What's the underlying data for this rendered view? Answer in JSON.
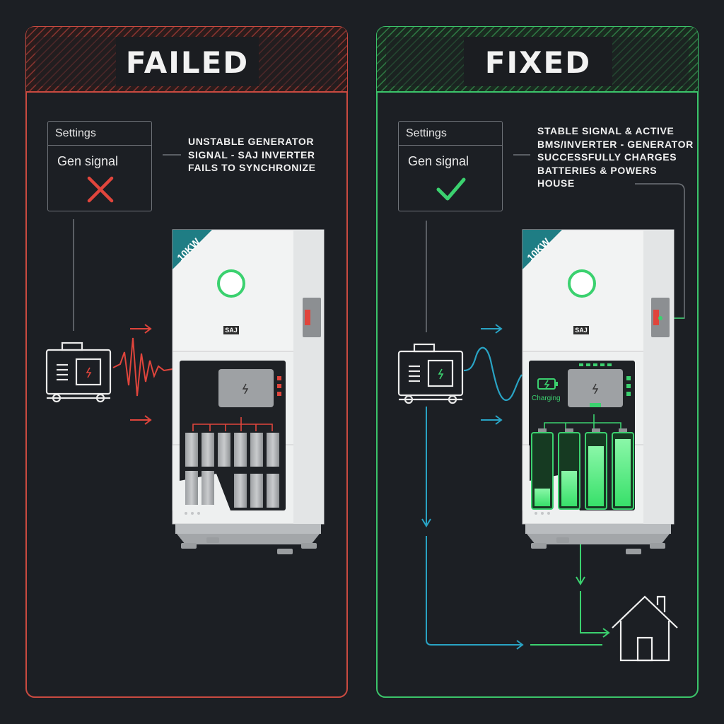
{
  "failed": {
    "title": "FAILED",
    "settings_header": "Settings",
    "settings_label": "Gen signal",
    "status_icon": "x-icon",
    "callout": "UNSTABLE GENERATOR SIGNAL - SAJ INVERTER FAILS TO SYNCHRONIZE",
    "inverter_brand": "SAJ",
    "power_badge": "10KW",
    "accent": "#e0453c"
  },
  "fixed": {
    "title": "FIXED",
    "settings_header": "Settings",
    "settings_label": "Gen signal",
    "status_icon": "check-icon",
    "callout": "STABLE SIGNAL & ACTIVE BMS/INVERTER - GENERATOR SUCCESSFULLY CHARGES BATTERIES & POWERS HOUSE",
    "charging_label": "Charging",
    "inverter_brand": "SAJ",
    "power_badge": "10KW",
    "accent": "#3bd16f",
    "flow_color": "#29a3c4",
    "battery_levels": [
      0.25,
      0.5,
      0.85,
      0.95
    ]
  }
}
